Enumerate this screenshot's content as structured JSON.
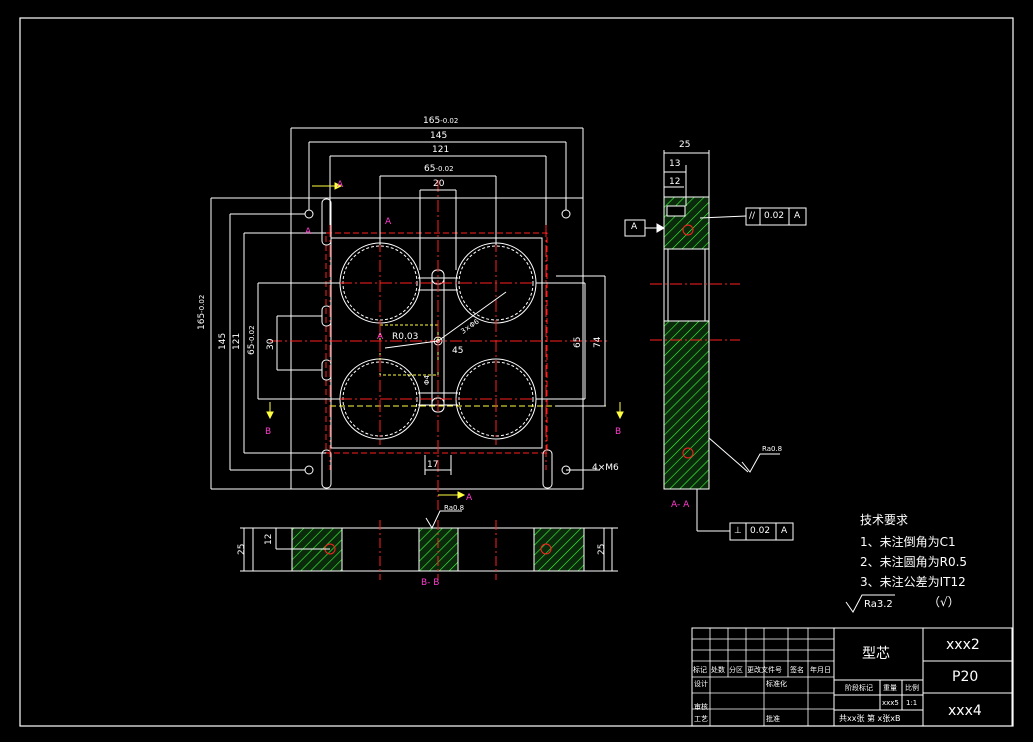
{
  "main_view": {
    "dims": {
      "top_165": "165",
      "top_165_tol": "-0.02",
      "top_145": "145",
      "top_121": "121",
      "top_65": "65",
      "top_65_tol": "-0.02",
      "top_20": "20",
      "left_165": "165",
      "left_165_tol": "-0.02",
      "left_145": "145",
      "left_121": "121",
      "left_65": "65",
      "left_65_tol": "-0.02",
      "left_30": "30",
      "right_65": "65",
      "right_74": "74",
      "center_45": "45",
      "center_r03": "R0.03",
      "center_diag": "3×Φ6",
      "center_phi": "Φ4",
      "bottom_17": "17",
      "hole_note": "4×M6"
    },
    "section_labels": {
      "a_top": "A",
      "a_upper": "A",
      "a_left": "A",
      "a_center": "A",
      "a_bottom": "A",
      "b_left": "B",
      "b_right": "B"
    }
  },
  "side_view": {
    "dim_25": "25",
    "dim_13": "13",
    "dim_12": "12",
    "datum": "A",
    "parallel_symbol": "//",
    "parallel_tol": "0.02",
    "parallel_ref": "A",
    "perp_symbol": "⊥",
    "perp_tol": "0.02",
    "perp_ref": "A",
    "section_label": "A- A",
    "roughness": "Ra0.8"
  },
  "bottom_view": {
    "dim_25_left": "25",
    "dim_12": "12",
    "dim_25_right": "25",
    "roughness": "Ra0.8",
    "section_label": "B- B"
  },
  "tech_notes": {
    "title": "技术要求",
    "items": [
      "1、未注倒角为C1",
      "2、未注圆角为R0.5",
      "3、未注公差为IT12"
    ],
    "roughness": "Ra3.2",
    "check": "（√）"
  },
  "title_block": {
    "part_name": "型芯",
    "drawing_no": "xxx2",
    "material": "P20",
    "company": "xxx4",
    "hdr_cols": [
      "标记",
      "处数",
      "分区",
      "更改文件号",
      "签名",
      "年月日"
    ],
    "row_design": "设计",
    "row_standard": "标准化",
    "row_review": "审核",
    "row_process": "工艺",
    "row_approve": "批准",
    "stage_label": "阶段标记",
    "weight_label": "重量",
    "scale_label": "比例",
    "weight_value": "xxx5",
    "scale_value": "1:1",
    "sheet_text": "共xx张 第 x张xB"
  },
  "colors": {
    "outline": "#ffffff",
    "center": "#ff2020",
    "dim": "#ffffff",
    "section": "#ff3ccf",
    "hatch": "#3aff3a",
    "hidden": "#ffff40"
  }
}
